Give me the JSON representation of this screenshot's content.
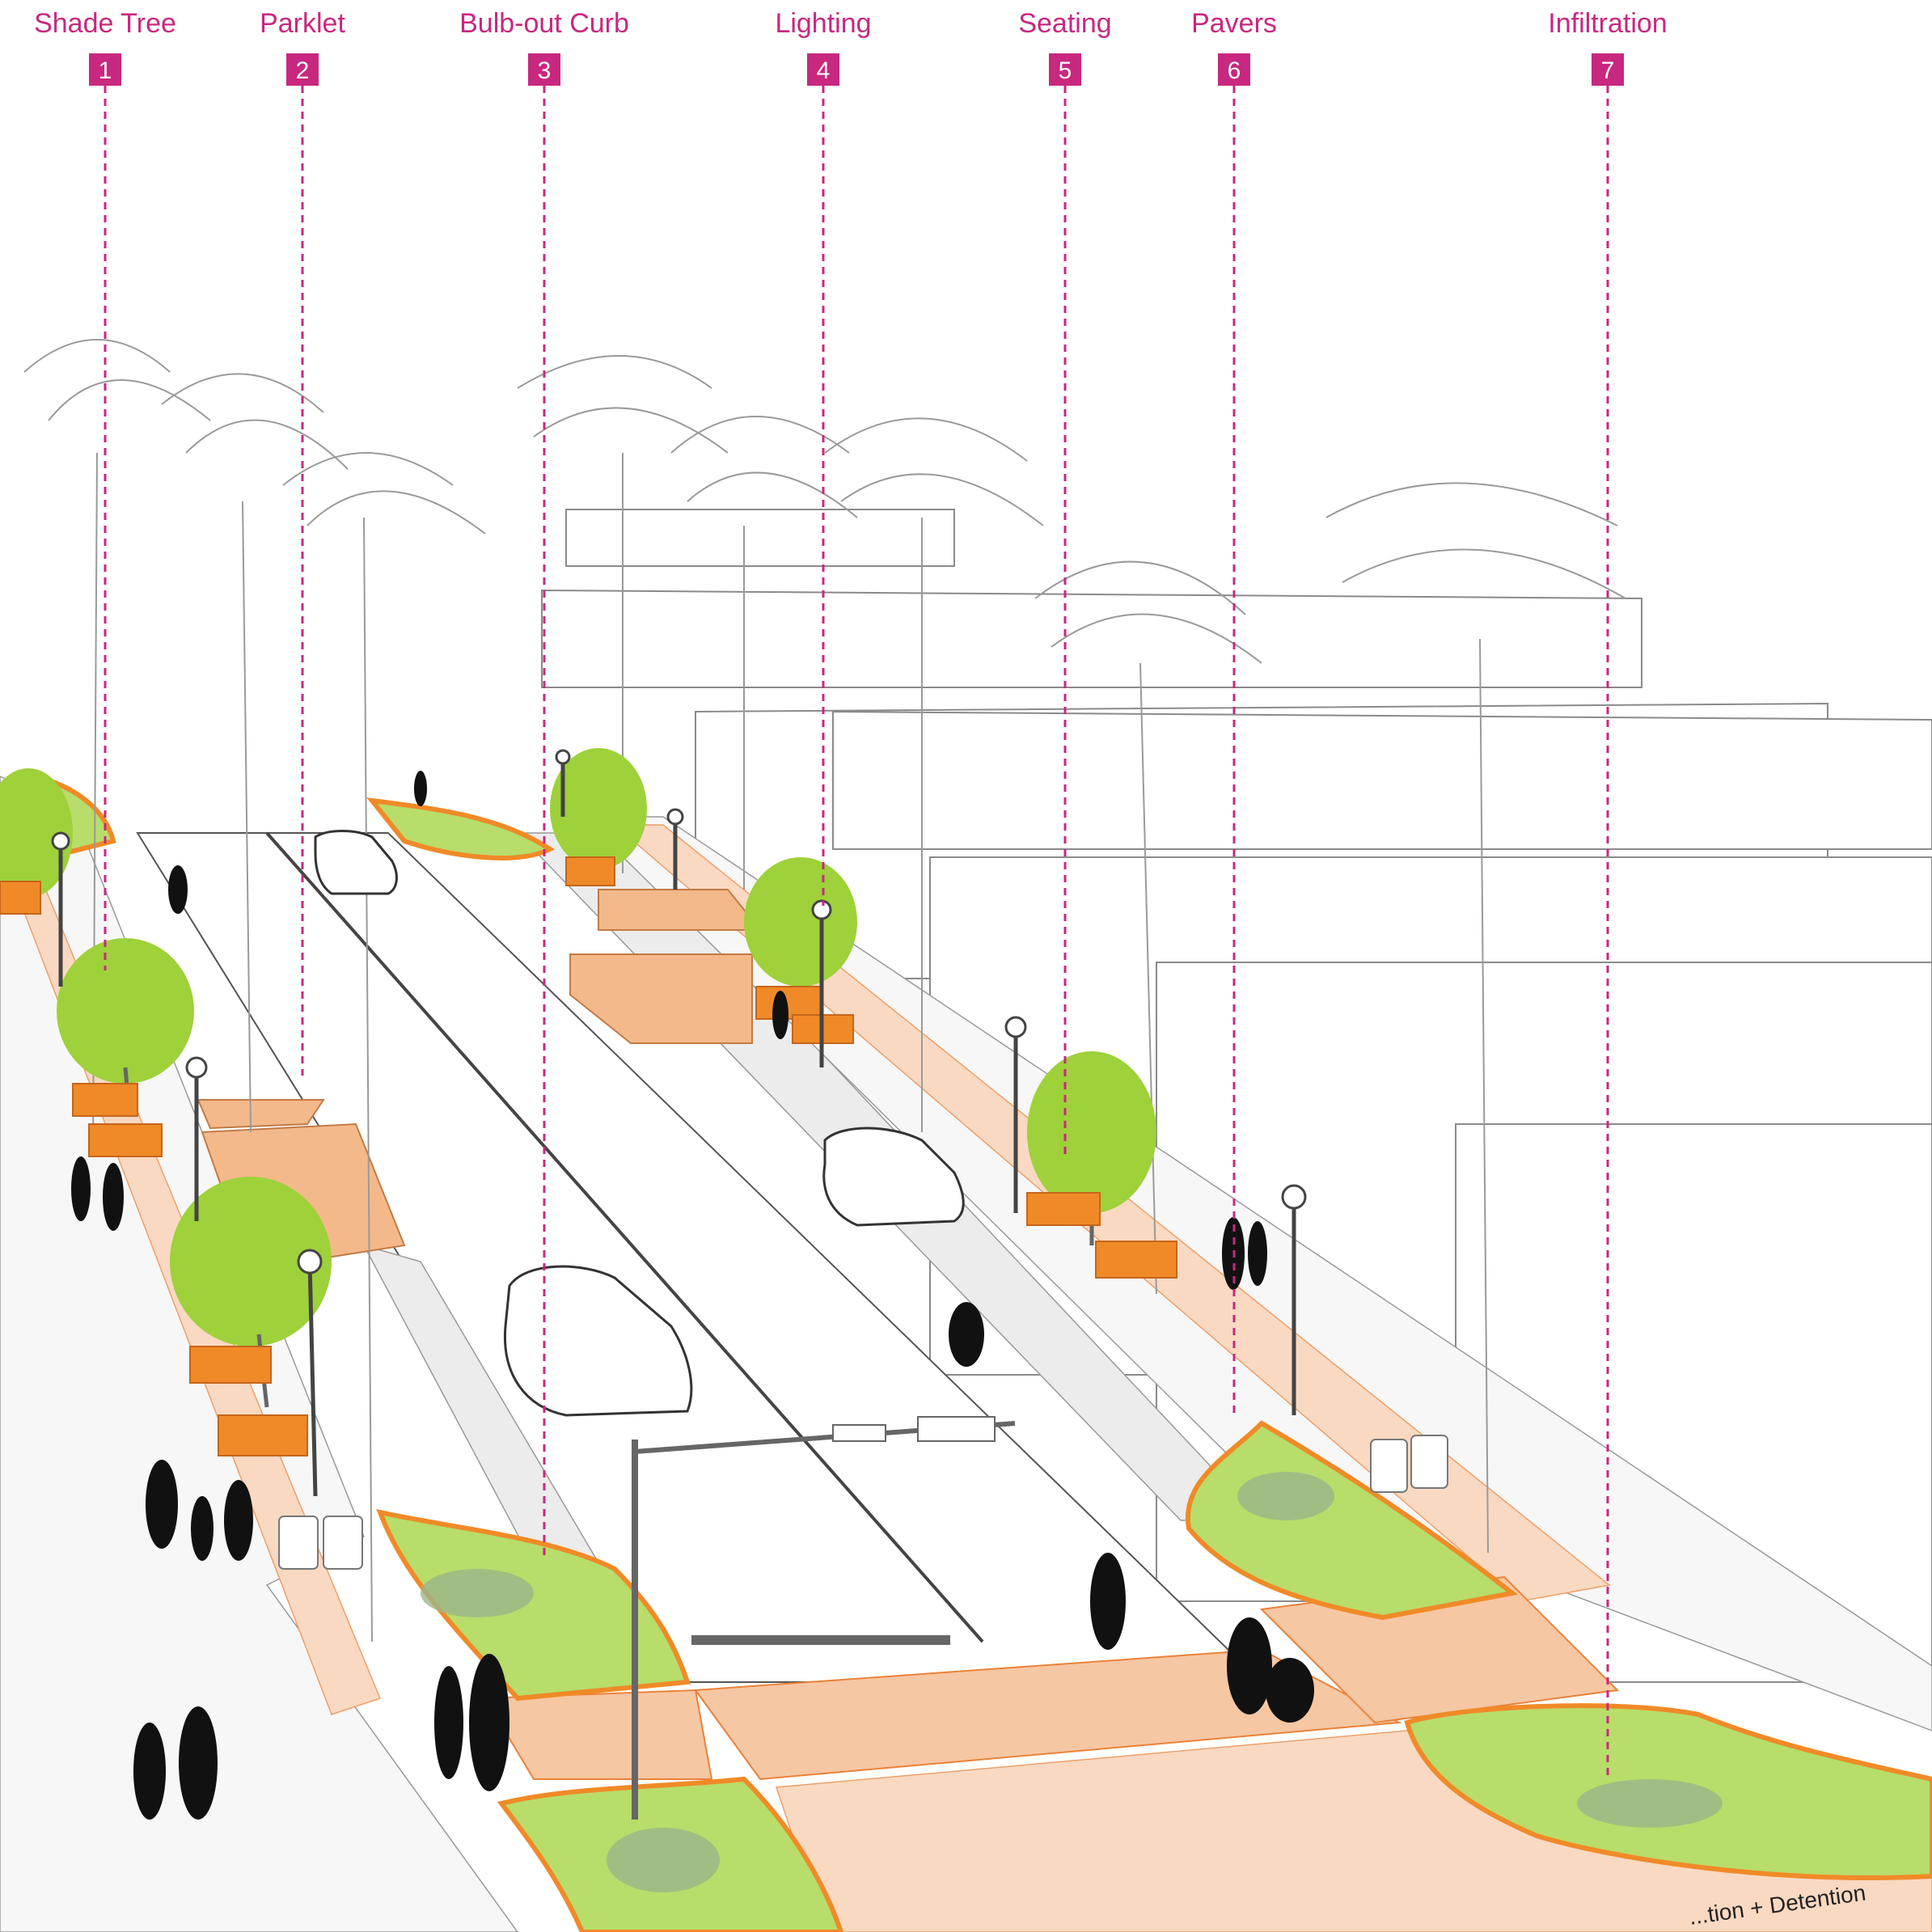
{
  "callouts": [
    {
      "number": "1",
      "label": "Shade Tree"
    },
    {
      "number": "2",
      "label": "Parklet"
    },
    {
      "number": "3",
      "label": "Bulb-out Curb"
    },
    {
      "number": "4",
      "label": "Lighting"
    },
    {
      "number": "5",
      "label": "Seating"
    },
    {
      "number": "6",
      "label": "Pavers"
    },
    {
      "number": "7",
      "label": "Infiltration"
    }
  ],
  "corner_note": "...tion + Detention",
  "colors": {
    "callout": "#c8287f",
    "paver": "#f6c7a3",
    "paver_edge": "#e9823a",
    "planting": "#b8dd6a",
    "canopy": "#9ed13a",
    "bench": "#f08a28"
  }
}
